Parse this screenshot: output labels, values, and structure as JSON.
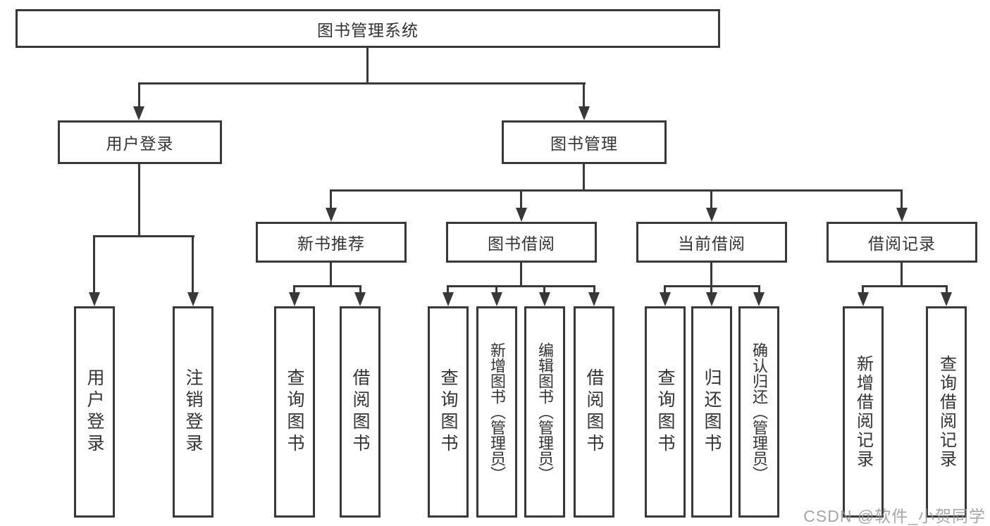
{
  "tree": {
    "label": "图书管理系统",
    "children": [
      {
        "label": "用户登录",
        "children": [
          {
            "label": "用户登录"
          },
          {
            "label": "注销登录"
          }
        ]
      },
      {
        "label": "图书管理",
        "children": [
          {
            "label": "新书推荐",
            "children": [
              {
                "label": "查询图书"
              },
              {
                "label": "借阅图书"
              }
            ]
          },
          {
            "label": "图书借阅",
            "children": [
              {
                "label": "查询图书"
              },
              {
                "label": "新增图书（管理员）"
              },
              {
                "label": "编辑图书（管理员）"
              },
              {
                "label": "借阅图书"
              }
            ]
          },
          {
            "label": "当前借阅",
            "children": [
              {
                "label": "查询图书"
              },
              {
                "label": "归还图书"
              },
              {
                "label": "确认归还（管理员）"
              }
            ]
          },
          {
            "label": "借阅记录",
            "children": [
              {
                "label": "新增借阅记录"
              },
              {
                "label": "查询借阅记录"
              }
            ]
          }
        ]
      }
    ]
  },
  "watermark": "CSDN @软件_小贺同学",
  "colors": {
    "line": "#383838",
    "box_border": "#383838",
    "text": "#333333",
    "watermark": "#969696",
    "background": "#ffffff"
  }
}
